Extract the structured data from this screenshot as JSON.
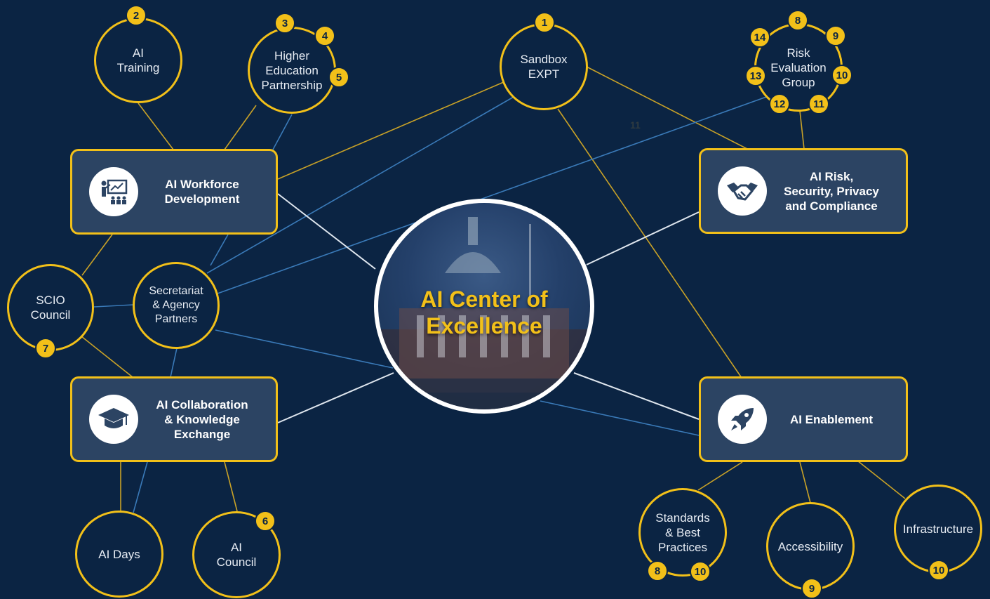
{
  "colors": {
    "background": "#0b2443",
    "accent": "#f2c019",
    "box_fill": "#2c4463",
    "link_gold": "#c9a227",
    "link_blue": "#3a7ab8",
    "link_white": "#dfe6ee"
  },
  "center": {
    "title": "AI Center of\nExcellence"
  },
  "pillars": {
    "workforce": {
      "label": "AI Workforce\nDevelopment",
      "icon": "presentation-icon"
    },
    "risk": {
      "label": "AI Risk,\nSecurity, Privacy\nand Compliance",
      "icon": "handshake-icon"
    },
    "collaboration": {
      "label": "AI Collaboration\n& Knowledge\nExchange",
      "icon": "graduation-cap-icon"
    },
    "enablement": {
      "label": "AI Enablement",
      "icon": "rocket-icon"
    }
  },
  "nodes": {
    "ai_training": {
      "label": "AI\nTraining",
      "badges": [
        "2"
      ]
    },
    "higher_ed": {
      "label": "Higher\nEducation\nPartnership",
      "badges": [
        "3",
        "4",
        "5"
      ]
    },
    "sandbox": {
      "label": "Sandbox\nEXPT",
      "badges": [
        "1"
      ]
    },
    "risk_group": {
      "label": "Risk\nEvaluation\nGroup",
      "badges": [
        "8",
        "9",
        "10",
        "11",
        "12",
        "13",
        "14"
      ]
    },
    "scio": {
      "label": "SCIO\nCouncil",
      "badges": [
        "7"
      ]
    },
    "secretariat": {
      "label": "Secretariat\n& Agency\nPartners",
      "badges": []
    },
    "ai_days": {
      "label": "AI Days",
      "badges": []
    },
    "ai_council": {
      "label": "AI\nCouncil",
      "badges": [
        "6"
      ]
    },
    "standards": {
      "label": "Standards\n& Best\nPractices",
      "badges": [
        "8",
        "10"
      ]
    },
    "accessibility": {
      "label": "Accessibility",
      "badges": [
        "9"
      ]
    },
    "infrastructure": {
      "label": "Infrastructure",
      "badges": [
        "10"
      ]
    }
  },
  "stray_label": "11"
}
